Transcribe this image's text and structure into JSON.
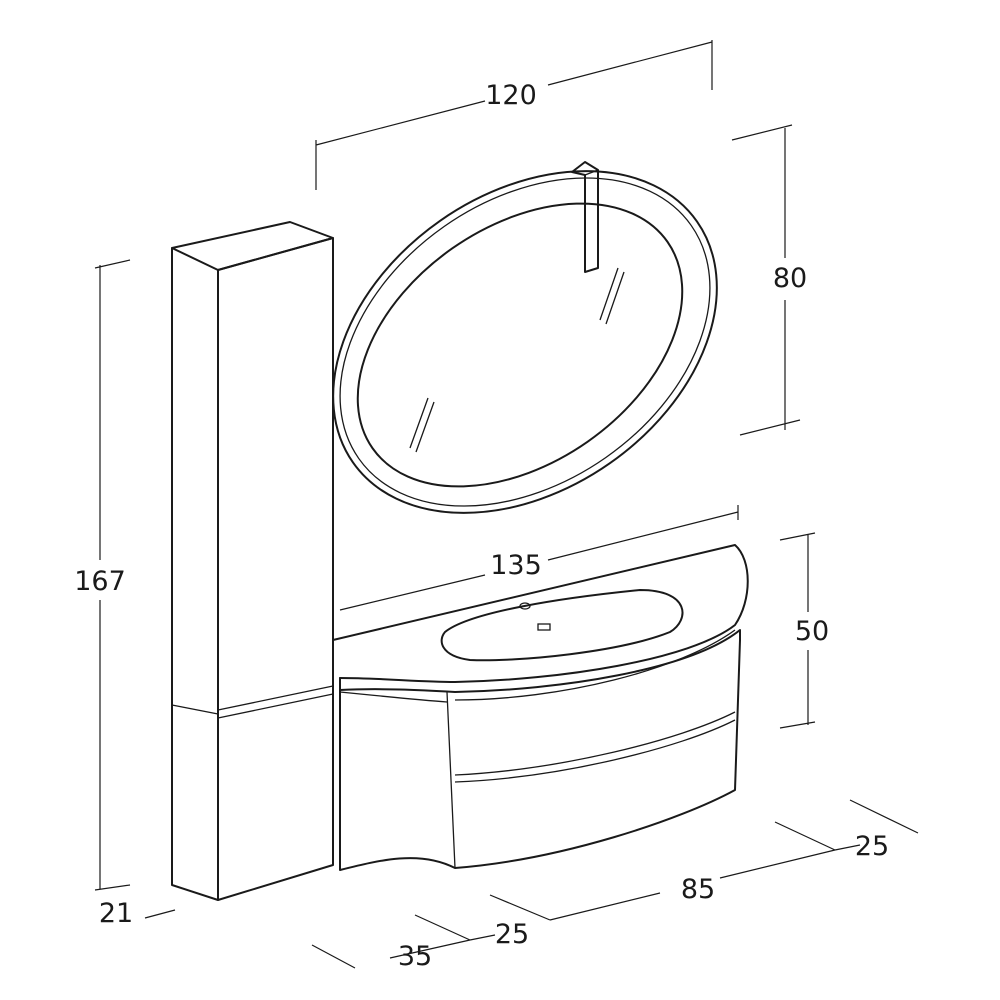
{
  "title": "Bathroom furniture composition dimensions",
  "dimensions": {
    "mirror_width": "120",
    "mirror_height": "80",
    "column_height": "167",
    "vanity_width": "135",
    "vanity_height": "50",
    "column_depth": "21",
    "base_depth_left": "35",
    "base_depth_mid": "25",
    "base_length": "85",
    "base_depth_right": "25"
  },
  "colors": {
    "line": "#1a1a1a",
    "background": "#ffffff"
  }
}
